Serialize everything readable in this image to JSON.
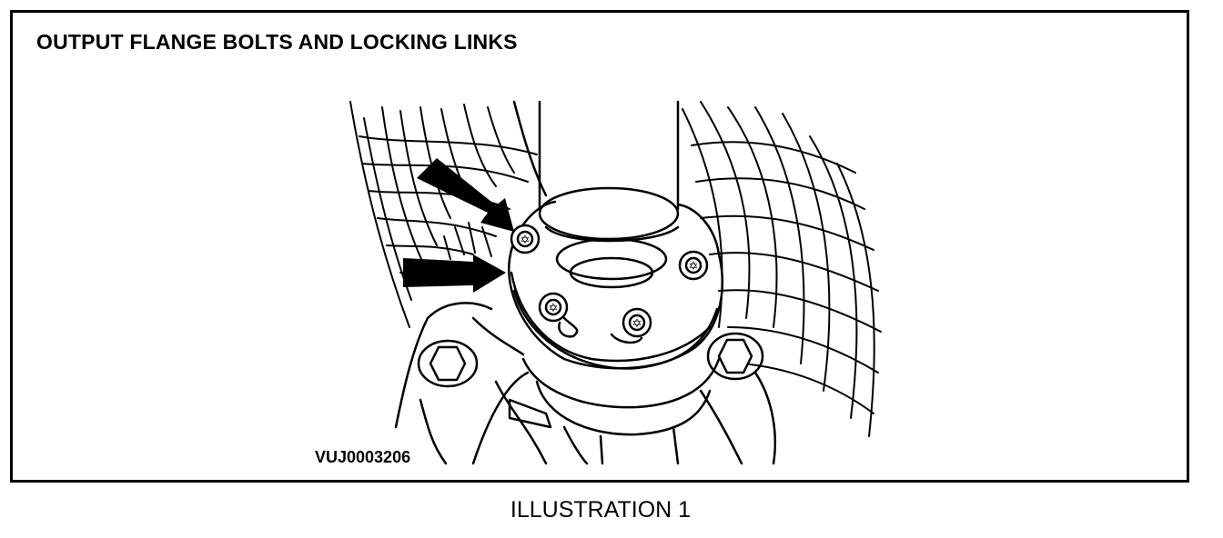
{
  "figure": {
    "title": "OUTPUT FLANGE BOLTS AND LOCKING LINKS",
    "reference_code": "VUJ0003206",
    "caption": "ILLUSTRATION 1"
  },
  "drawing": {
    "arrow_count": 2,
    "bolt_count": 4,
    "housing_bolt_count": 2
  }
}
